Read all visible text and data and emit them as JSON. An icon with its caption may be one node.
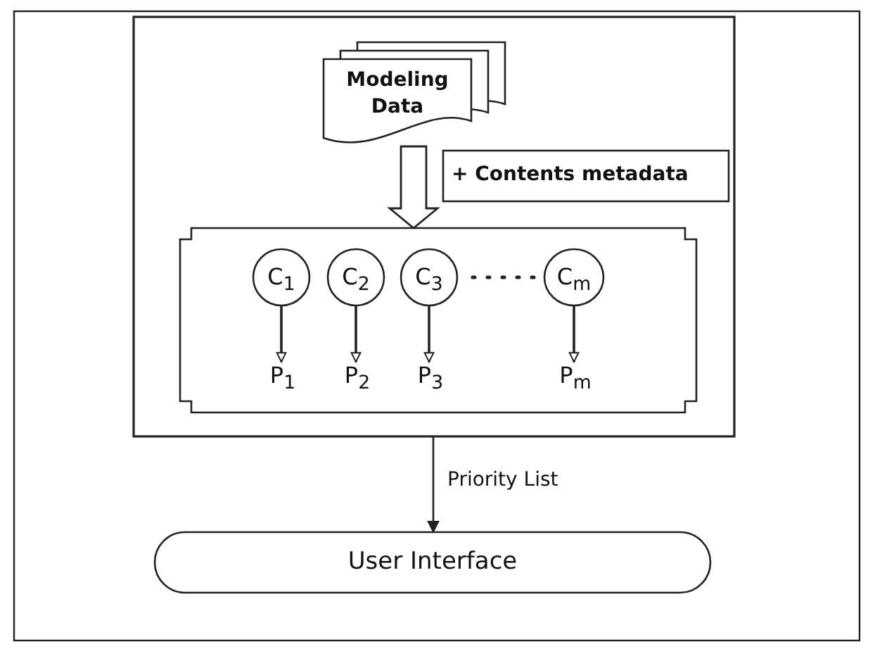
{
  "diagram": {
    "nodes": [
      {
        "text": [],
        "shape": "box"
      },
      {
        "text": [
          "Modeling Data"
        ],
        "in": 0
      },
      {
        "text": [
          "+ Contents metadata"
        ],
        "in": 0
      },
      {
        "text": [],
        "shape": "box",
        "in": 0
      },
      {
        "text": [
          "C$_{1}$"
        ],
        "in": 3
      },
      {
        "text": [
          "C$_{2}$"
        ],
        "in": 3
      },
      {
        "text": [
          "C$_{3}$"
        ],
        "in": 3
      },
      {
        "text": [
          "C$_{m}$"
        ],
        "in": 3
      },
      {
        "text": [
          "P$_{1}$"
        ],
        "in": 3
      },
      {
        "text": [
          "P$_{2}$"
        ],
        "in": 3
      },
      {
        "text": [
          "P$_{3}$"
        ],
        "in": 3
      },
      {
        "text": [
          "P$_{m}$"
        ],
        "in": 3
      },
      {
        "text": [
          "User Interface"
        ]
      }
    ],
    "edges": [
      {
        "from": 1,
        "to": 3,
        "arrow": "to",
        "style": "thick"
      },
      {
        "from": 4,
        "to": 8,
        "arrow": "to"
      },
      {
        "from": 5,
        "to": 9,
        "arrow": "to"
      },
      {
        "from": 6,
        "to": 10,
        "arrow": "to"
      },
      {
        "from": 7,
        "to": 11,
        "arrow": "to"
      },
      {
        "from": 0,
        "to": 12,
        "arrow": "to",
        "label": "Priority List"
      }
    ]
  }
}
